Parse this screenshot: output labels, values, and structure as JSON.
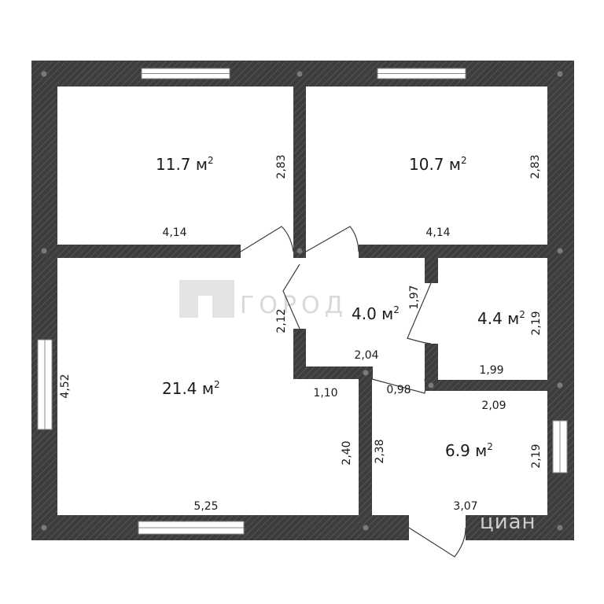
{
  "rooms": [
    {
      "id": "room-top-left",
      "area": "11.7 м",
      "sup": "2"
    },
    {
      "id": "room-top-right",
      "area": "10.7 м",
      "sup": "2"
    },
    {
      "id": "room-hall",
      "area": "4.0 м",
      "sup": "2"
    },
    {
      "id": "room-bath",
      "area": "4.4 м",
      "sup": "2"
    },
    {
      "id": "room-living",
      "area": "21.4 м",
      "sup": "2"
    },
    {
      "id": "room-entrance",
      "area": "6.9 м",
      "sup": "2"
    }
  ],
  "dimensions": {
    "top_left_height": "2,83",
    "top_left_width": "4,14",
    "top_right_height": "2,83",
    "top_right_width": "4,14",
    "hall_wall_a": "2,12",
    "hall_wall_b": "1,97",
    "hall_bottom": "2,04",
    "bath_height": "2,19",
    "bath_width": "1,99",
    "living_height": "4,52",
    "living_width": "5,25",
    "living_inner_width": "1,10",
    "living_inner_height": "2,40",
    "corridor_height": "2,38",
    "corridor_step": "0,98",
    "entrance_width_top": "2,09",
    "entrance_height": "2,19",
    "entrance_width_bottom": "3,07"
  },
  "watermarks": {
    "main": "ГОРОД",
    "corner": "циан"
  },
  "colors": {
    "wall": "#3d3d3d",
    "wall_hatch": "#555555",
    "window": "#ffffff",
    "background": "#ffffff"
  }
}
